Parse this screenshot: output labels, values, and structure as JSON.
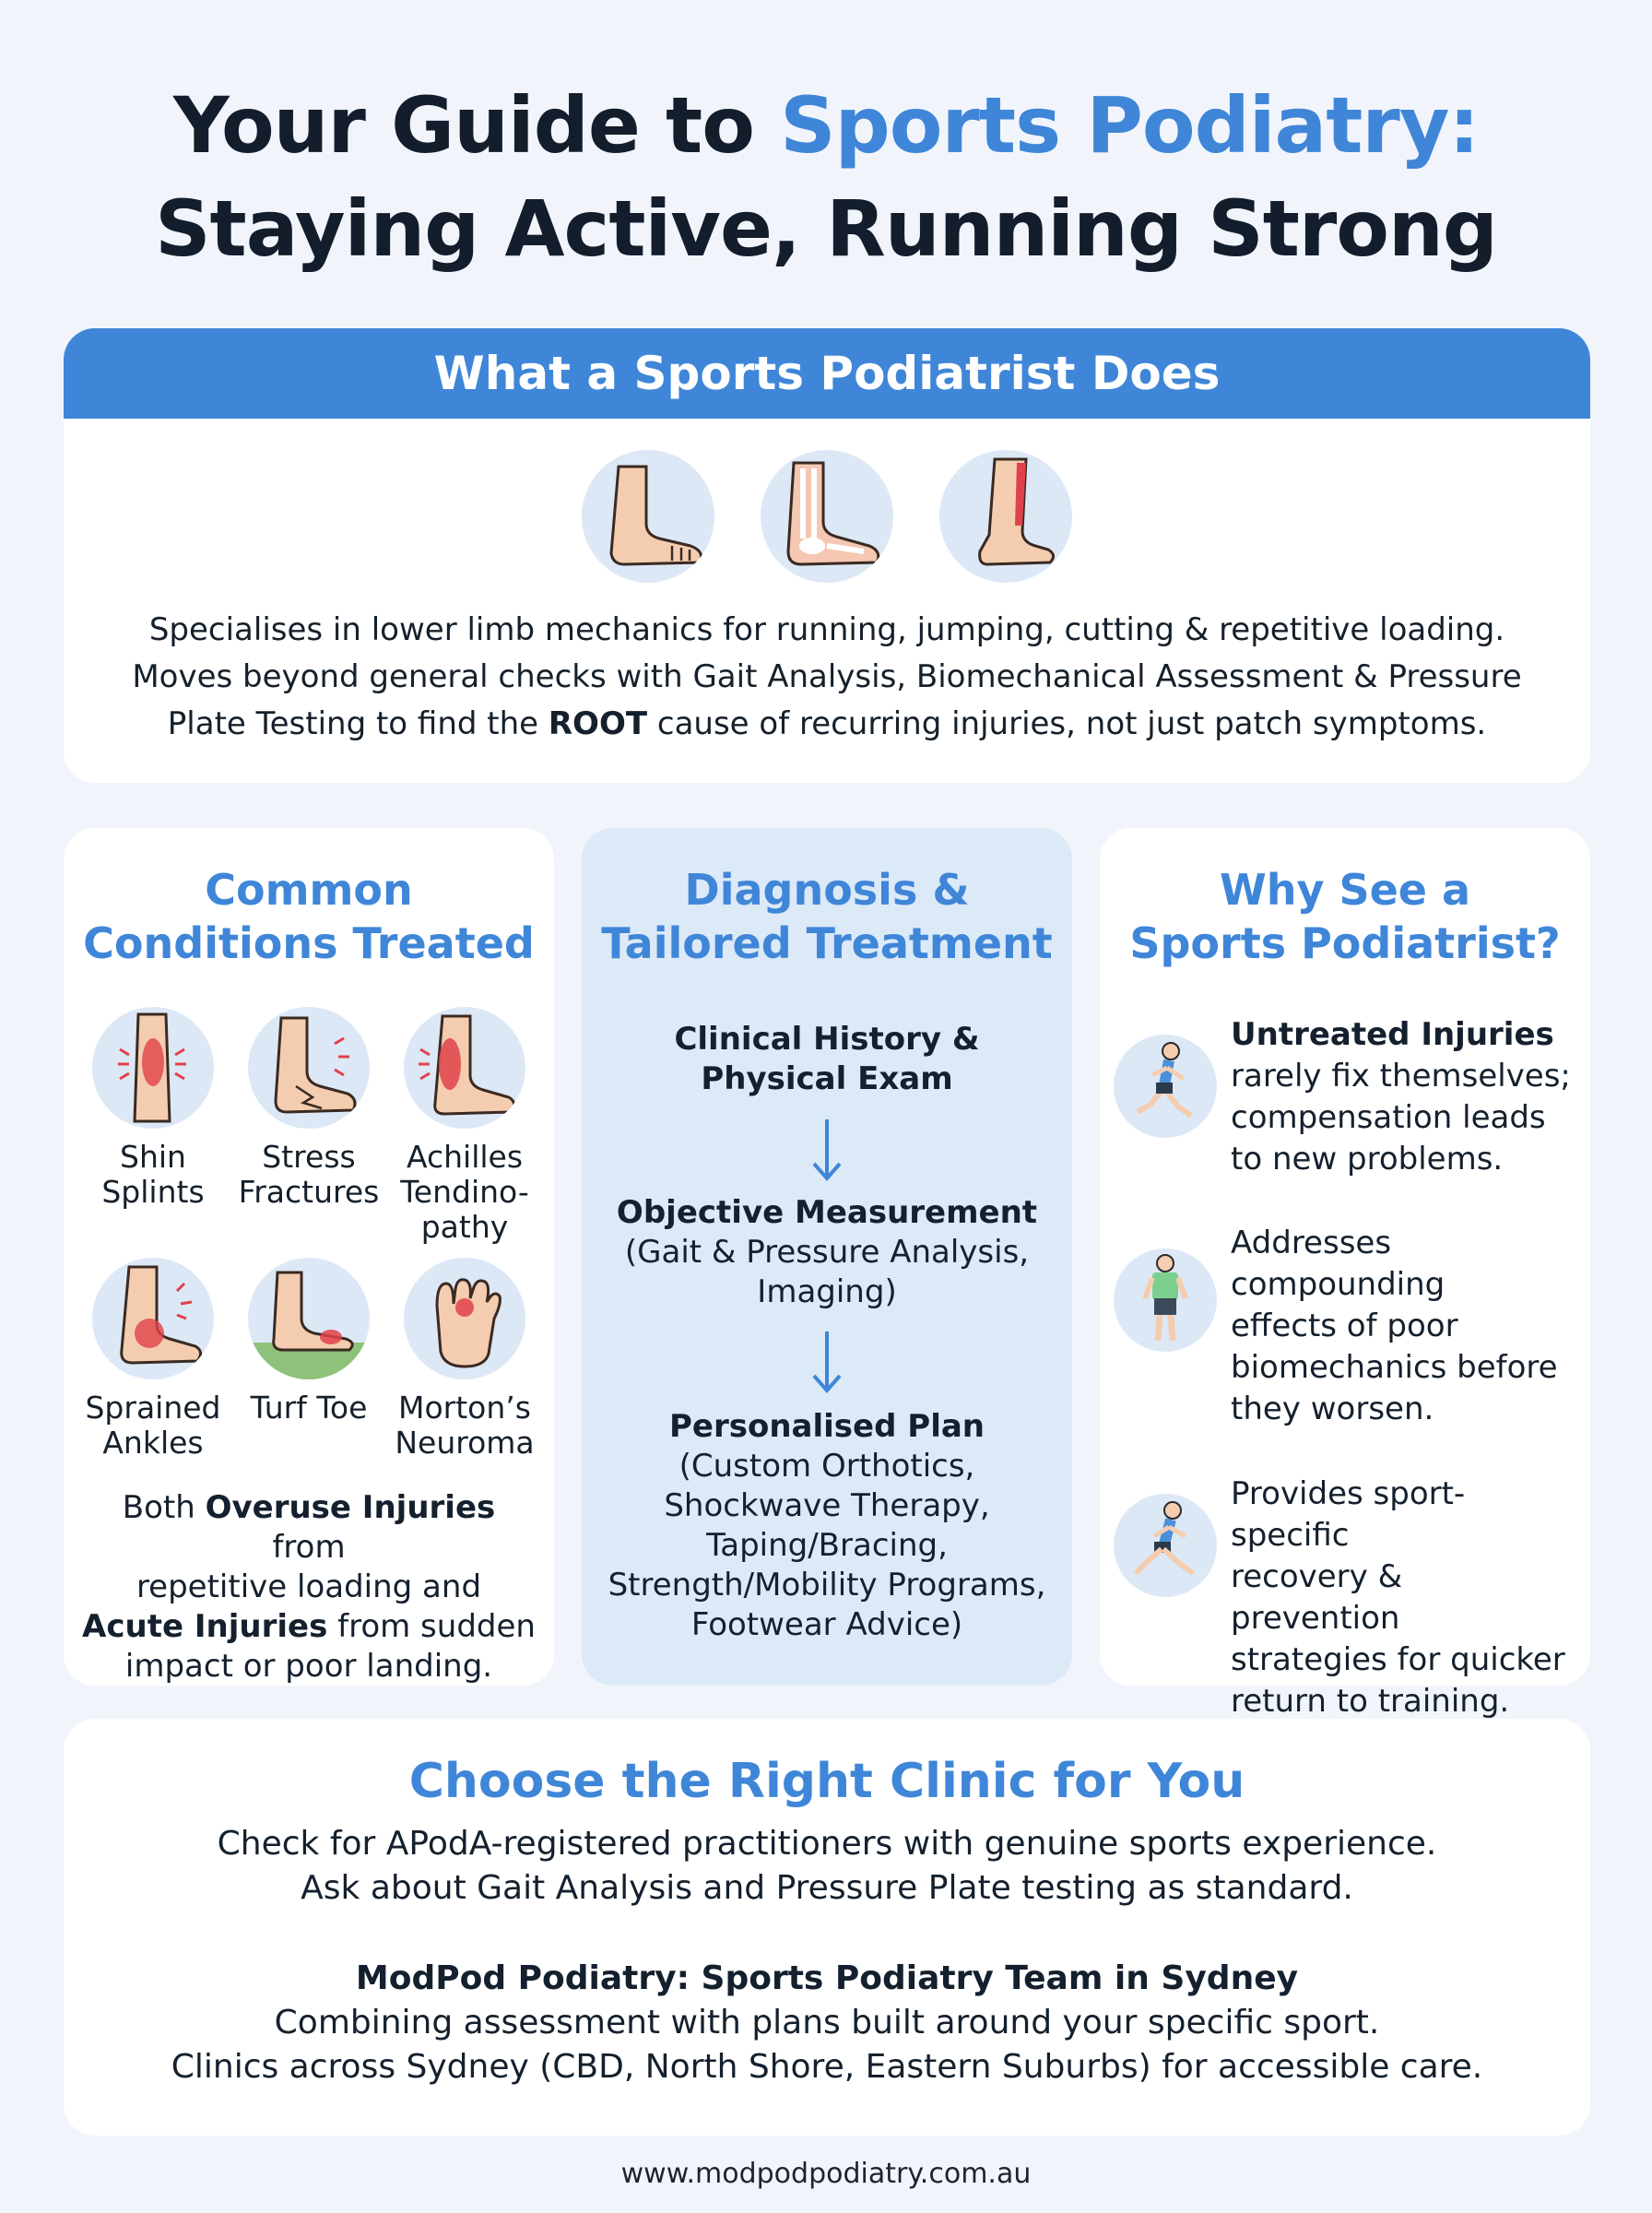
{
  "title": {
    "part1": "Your Guide to ",
    "accent": "Sports Podiatry:",
    "line2": "Staying Active, Running Strong"
  },
  "colors": {
    "accent": "#3f86d8",
    "background": "#f1f5fb",
    "card": "#ffffff",
    "mid_column": "#dce9f7",
    "icon_circle": "#dce8f6"
  },
  "what": {
    "heading": "What a Sports Podiatrist Does",
    "icons": [
      "foot-side-icon",
      "foot-bones-icon",
      "leg-achilles-icon"
    ],
    "line1": "Specialises in lower limb mechanics for running, jumping, cutting & repetitive loading.",
    "line2": "Moves beyond general checks with Gait Analysis, Biomechanical Assessment & Pressure",
    "line3_pre": "Plate Testing to find the ",
    "line3_bold": "ROOT",
    "line3_post": " cause of recurring injuries, not just patch symptoms."
  },
  "conditions": {
    "title1": "Common",
    "title2": "Conditions Treated",
    "items": [
      {
        "line1": "Shin",
        "line2": "Splints",
        "line3": "",
        "icon": "shin-icon"
      },
      {
        "line1": "Stress",
        "line2": "Fractures",
        "line3": "",
        "icon": "foot-fracture-icon"
      },
      {
        "line1": "Achilles",
        "line2": "Tendino-",
        "line3": "pathy",
        "icon": "achilles-icon"
      },
      {
        "line1": "Sprained",
        "line2": "Ankles",
        "line3": "",
        "icon": "ankle-sprain-icon"
      },
      {
        "line1": "Turf Toe",
        "line2": "",
        "line3": "",
        "icon": "turf-toe-icon"
      },
      {
        "line1": "Morton’s",
        "line2": "Neuroma",
        "line3": "",
        "icon": "toes-neuroma-icon"
      }
    ],
    "note": {
      "a": "Both ",
      "b": "Overuse Injuries",
      "c": " from",
      "d": "repetitive loading and",
      "e": "Acute Injuries",
      "f": " from sudden",
      "g": "impact or poor landing."
    }
  },
  "diagnosis": {
    "title1": "Diagnosis &",
    "title2": "Tailored Treatment",
    "step1": {
      "h1": "Clinical History &",
      "h2": "Physical Exam"
    },
    "step2": {
      "h": "Objective Measurement",
      "l1": "(Gait & Pressure Analysis,",
      "l2": "Imaging)"
    },
    "step3": {
      "h": "Personalised Plan",
      "l1": "(Custom Orthotics,",
      "l2": "Shockwave Therapy,",
      "l3": "Taping/Bracing,",
      "l4": "Strength/Mobility Programs,",
      "l5": "Footwear Advice)"
    }
  },
  "why": {
    "title1": "Why See a",
    "title2": "Sports Podiatrist?",
    "items": [
      {
        "bold": "Untreated Injuries",
        "l1": "rarely fix themselves;",
        "l2": "compensation leads",
        "l3": "to new problems.",
        "l4": "",
        "icon": "runner-woman-icon"
      },
      {
        "bold": "",
        "l1": "Addresses",
        "l2": "compounding",
        "l3": "effects of poor",
        "l4": "biomechanics before",
        "l5": "they worsen.",
        "icon": "standing-man-icon"
      },
      {
        "bold": "",
        "l1": "Provides sport-specific",
        "l2": "recovery & prevention",
        "l3": "strategies for quicker",
        "l4": "return to training.",
        "icon": "runner-icon"
      }
    ]
  },
  "clinic": {
    "heading": "Choose the Right Clinic for You",
    "l1": "Check for APodA-registered practitioners with genuine sports experience.",
    "l2": "Ask about Gait Analysis and Pressure Plate testing as standard.",
    "h": "ModPod Podiatry: Sports Podiatry Team in Sydney",
    "l3": "Combining assessment with plans built around your specific sport.",
    "l4": "Clinics across Sydney (CBD, North Shore, Eastern Suburbs) for accessible care."
  },
  "footer": "www.modpodpodiatry.com.au"
}
